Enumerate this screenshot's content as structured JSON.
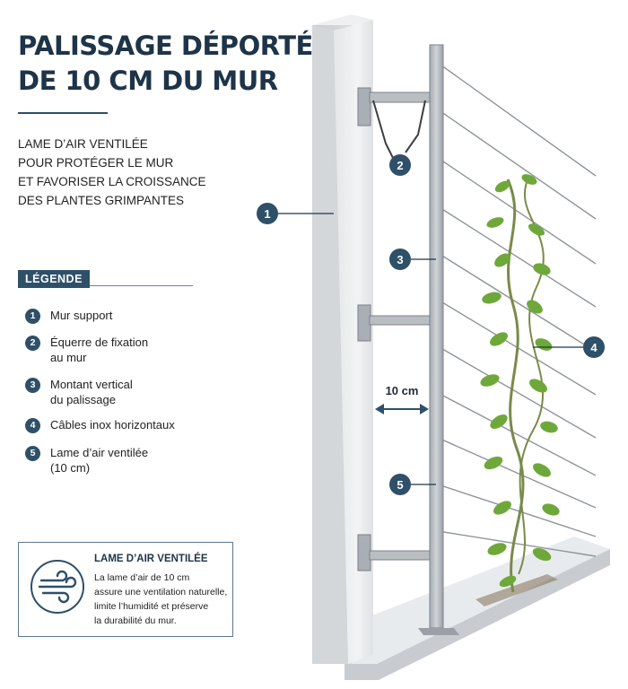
{
  "title": {
    "line1": "PALISSAGE DÉPORTÉ",
    "line2": "DE 10 CM DU MUR"
  },
  "intro": {
    "lines": [
      "LAME D’AIR VENTILÉE",
      "POUR PROTÉGER LE MUR",
      "ET FAVORISER LA CROISSANCE",
      "DES PLANTES GRIMPANTES"
    ]
  },
  "legend": {
    "title": "LÉGENDE",
    "items": [
      {
        "num": "1",
        "line1": "Mur support",
        "line2": ""
      },
      {
        "num": "2",
        "line1": "Équerre de fixation",
        "line2": "au mur"
      },
      {
        "num": "3",
        "line1": "Montant vertical",
        "line2": "du palissage"
      },
      {
        "num": "4",
        "line1": "Câbles inox horizontaux",
        "line2": ""
      },
      {
        "num": "5",
        "line1": "Lame d’air ventilée",
        "line2": "(10 cm)"
      }
    ]
  },
  "info_box": {
    "icon": "air-flow-icon",
    "title": "LAME D’AIR VENTILÉE",
    "lines": [
      "La lame d’air de 10 cm",
      "assure une ventilation naturelle,",
      "limite l’humidité et préserve",
      "la durabilité du mur."
    ]
  },
  "diagram": {
    "callouts": {
      "c1": "1",
      "c2": "2",
      "c3": "3",
      "c4": "4",
      "c5": "5"
    },
    "dimension_label": "10 cm"
  },
  "colors": {
    "accent": "#2e5068",
    "wall": "#e9ecee",
    "metal": "#b7bcc1",
    "leaf": "#6fa83a"
  }
}
